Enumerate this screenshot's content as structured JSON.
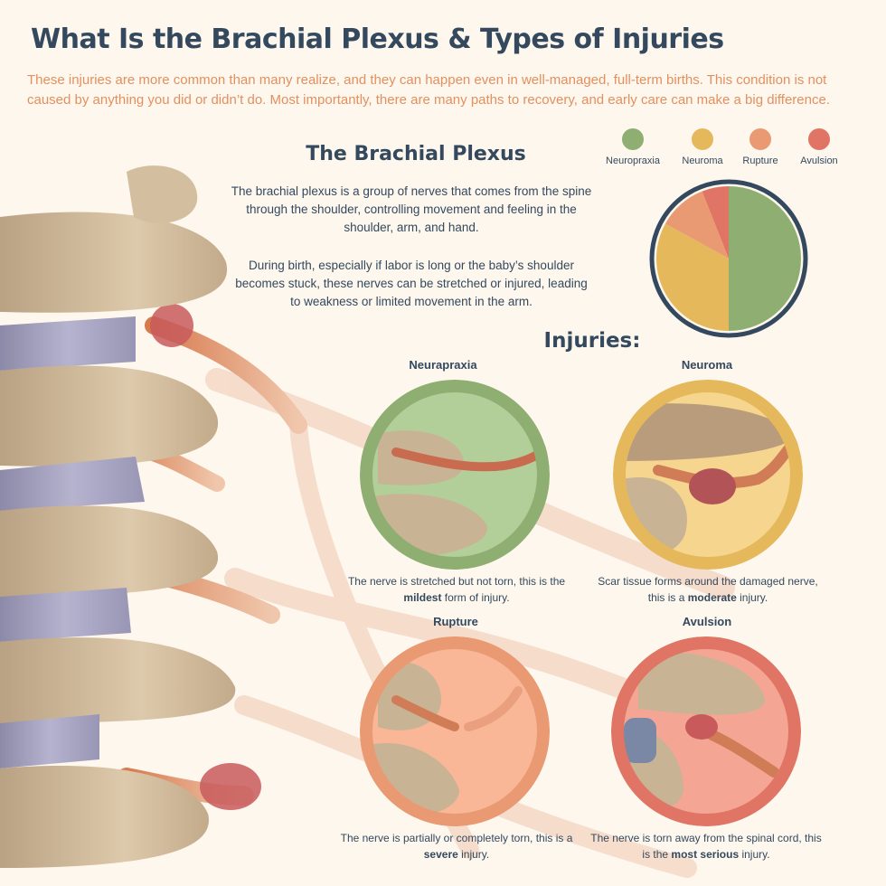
{
  "title": "What Is the Brachial Plexus & Types of Injuries",
  "intro": "These injuries are more common than many realize, and they can happen even in well-managed, full-term births. This condition is not caused by anything you did or didn’t do. Most importantly, there are many paths to recovery, and early care can make a big difference.",
  "section": {
    "title": "The Brachial Plexus",
    "paragraph1": "The brachial plexus is a group of nerves that comes from the spine through the shoulder, controlling movement and feeling in the shoulder, arm, and hand.",
    "paragraph2": "During birth, especially if labor is long or the baby’s shoulder becomes stuck, these nerves can be stretched or injured, leading to weakness or limited movement in the arm."
  },
  "legend": [
    {
      "label": "Neuropraxia",
      "color": "#8fae72"
    },
    {
      "label": "Neuroma",
      "color": "#e6b85c"
    },
    {
      "label": "Rupture",
      "color": "#e99a72"
    },
    {
      "label": "Avulsion",
      "color": "#e07565"
    }
  ],
  "chart_data": {
    "type": "pie",
    "categories": [
      "Neuropraxia",
      "Neuroma",
      "Rupture",
      "Avulsion"
    ],
    "values": [
      50,
      33,
      11,
      6
    ],
    "colors": [
      "#8fae72",
      "#e6b85c",
      "#e99a72",
      "#e07565"
    ],
    "title": ""
  },
  "injuries": {
    "heading": "Injuries:",
    "items": [
      {
        "name": "Neurapraxia",
        "desc_pre": "The nerve is stretched but not torn, this is the ",
        "desc_bold": "mildest",
        "desc_post": " form of injury.",
        "ring": "#8fae72",
        "fill": "#b3cf99"
      },
      {
        "name": "Neuroma",
        "desc_pre": "Scar tissue forms around the damaged nerve, this is a ",
        "desc_bold": "moderate",
        "desc_post": " injury.",
        "ring": "#e6b85c",
        "fill": "#f6d68e"
      },
      {
        "name": "Rupture",
        "desc_pre": "The nerve is partially or completely torn, this is a ",
        "desc_bold": "severe",
        "desc_post": " injury.",
        "ring": "#e99a72",
        "fill": "#f9b798"
      },
      {
        "name": "Avulsion",
        "desc_pre": "The nerve is torn away from the spinal cord, this is the ",
        "desc_bold": "most serious",
        "desc_post": " injury.",
        "ring": "#e07565",
        "fill": "#f5a593"
      }
    ]
  }
}
